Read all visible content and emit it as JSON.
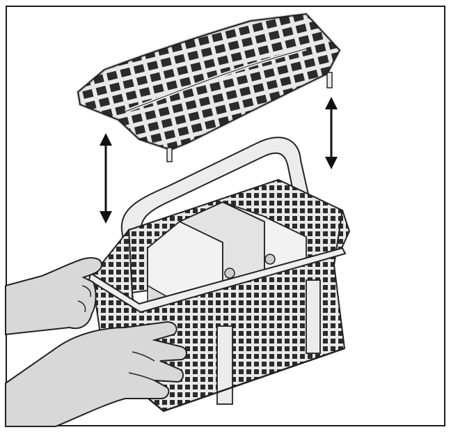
{
  "figure": {
    "kind": "line-illustration",
    "subject": "cutlery-basket-with-removable-grid-lid",
    "colors": {
      "frame": "#1a1a1a",
      "basket_fill": "#e9e9e9",
      "basket_shade": "#cfcfcf",
      "grid_holes": "#2b2b2b",
      "hand_fill": "#d8d8d8",
      "outline": "#222222",
      "background": "#ffffff"
    },
    "arrows": [
      {
        "name": "left-lift-arrow",
        "direction": "vertical-double"
      },
      {
        "name": "right-lift-arrow",
        "direction": "vertical-double"
      }
    ]
  }
}
